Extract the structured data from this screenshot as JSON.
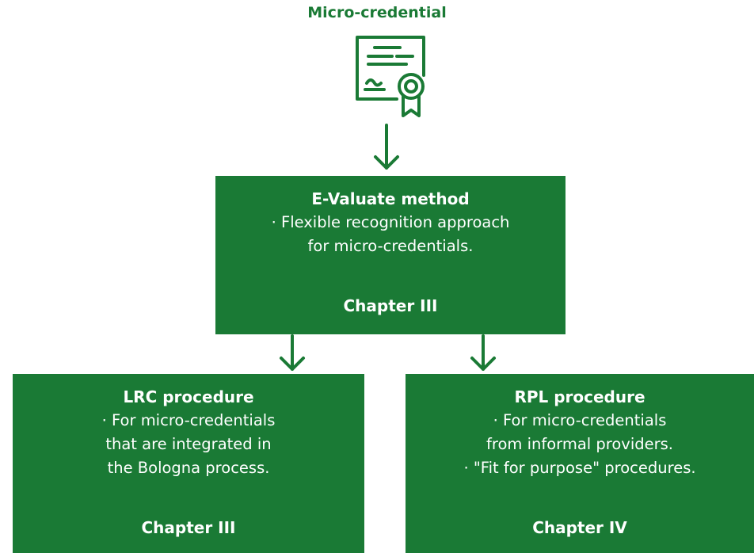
{
  "colors": {
    "accent": "#1a7a35",
    "box": "#1a7a35"
  },
  "top": {
    "title": "Micro-credential",
    "icon": "certificate-icon"
  },
  "center": {
    "title": "E-Valuate method",
    "lines": [
      "· Flexible recognition approach",
      "for micro-credentials."
    ],
    "chapter": "Chapter III"
  },
  "left": {
    "title": "LRC procedure",
    "lines": [
      "· For micro-credentials",
      "that are integrated in",
      "the Bologna process."
    ],
    "chapter": "Chapter III"
  },
  "right": {
    "title": "RPL procedure",
    "lines": [
      "· For micro-credentials",
      "from informal providers.",
      "· \"Fit for purpose\" procedures."
    ],
    "chapter": "Chapter IV"
  }
}
